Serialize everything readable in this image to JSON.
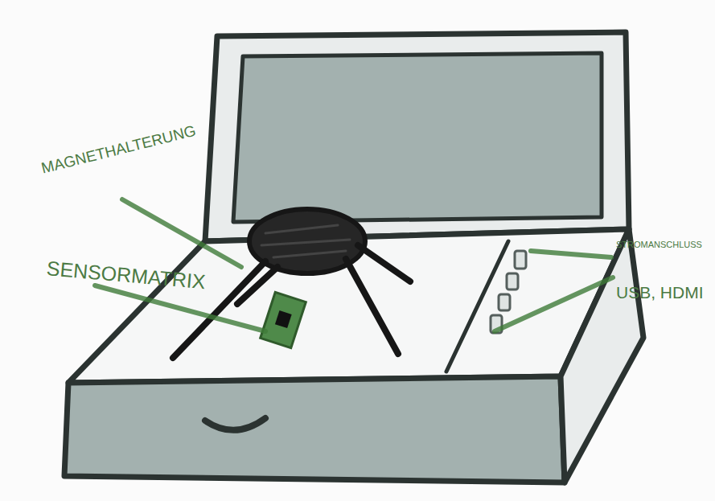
{
  "diagram": {
    "labels": [
      "MAGNETHALTERUNG",
      "SENSORMATRIX",
      "STROMANSCHLUSS",
      "USB, HDMI"
    ]
  }
}
